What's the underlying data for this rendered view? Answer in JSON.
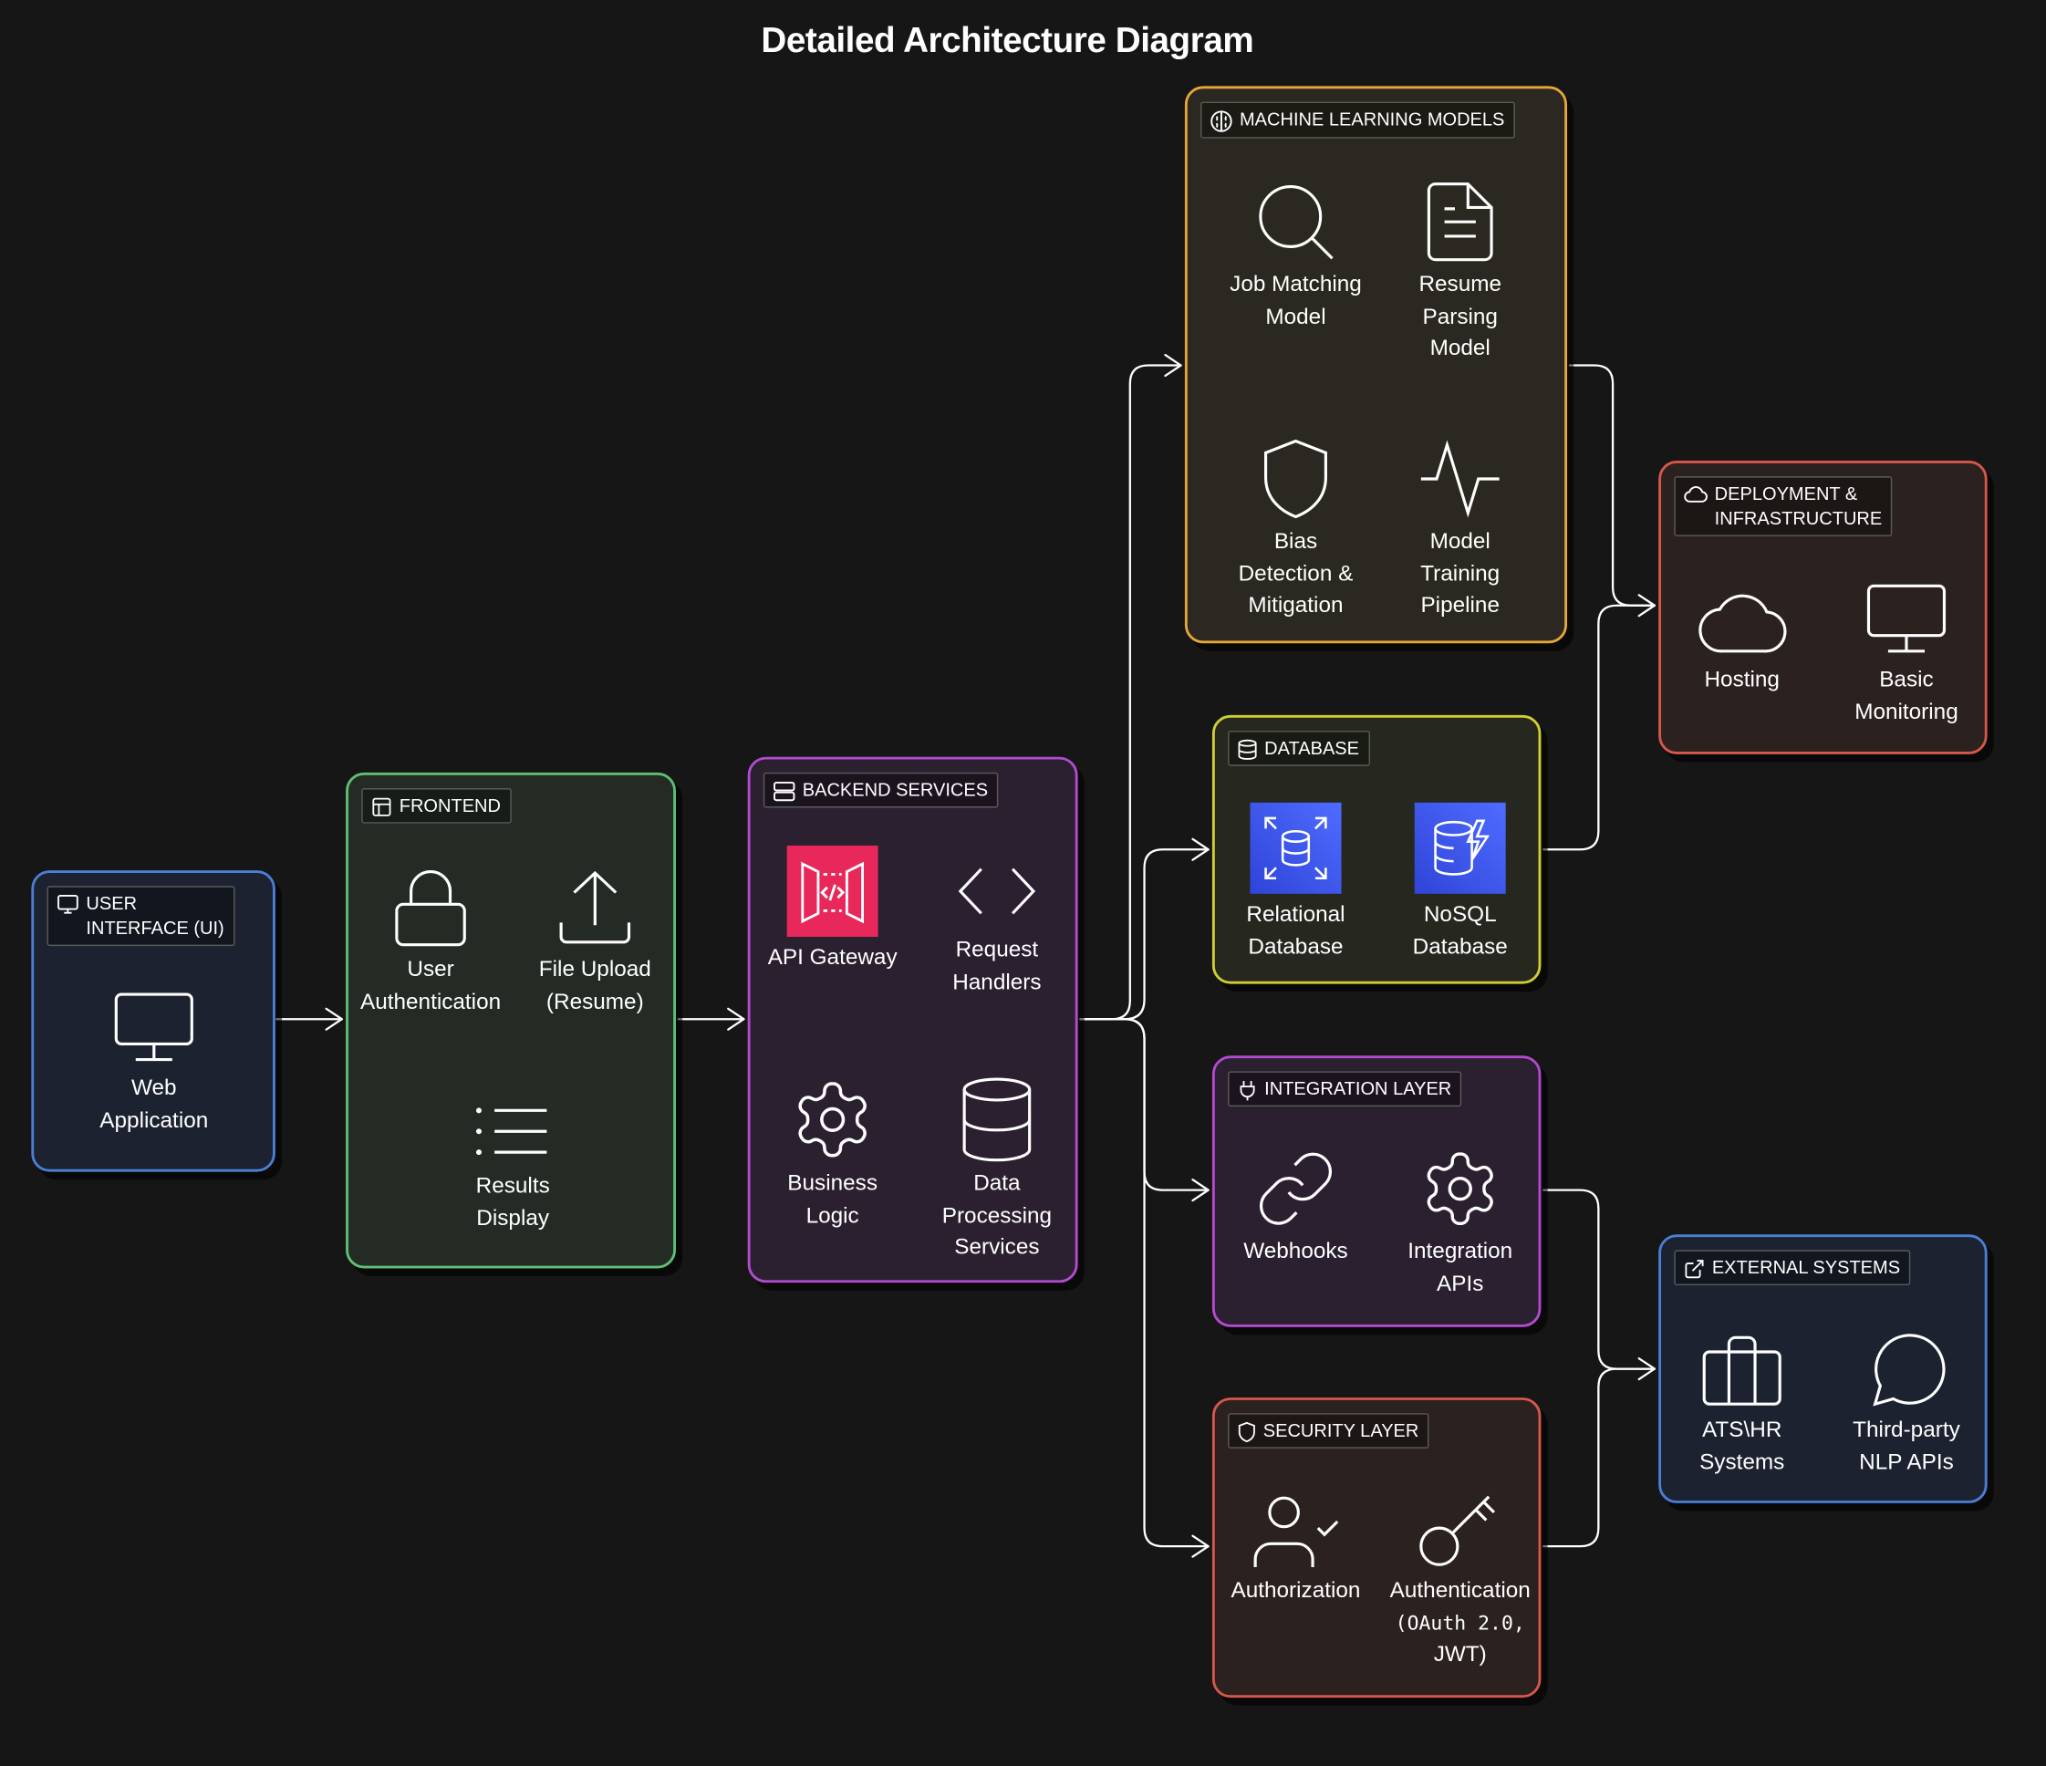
{
  "title": "Detailed Architecture Diagram",
  "colors": {
    "background": "#161616",
    "ui": "#4a7fd6",
    "frontend": "#5fbf73",
    "backend": "#b44ad0",
    "ml": "#e8a53a",
    "database": "#cfcf32",
    "integration": "#b44ad0",
    "security": "#d8564a",
    "deployment": "#d8564a",
    "external": "#4a7fd6",
    "api_gateway": "#e8285a",
    "db_icon": "#3f57ee"
  },
  "groups": {
    "ui": {
      "label": "USER INTERFACE (UI)",
      "label_line1": "USER",
      "label_line2": "INTERFACE (UI)",
      "icon": "monitor-icon",
      "nodes": [
        {
          "id": "web_app",
          "line1": "Web",
          "line2": "Application",
          "icon": "monitor-icon"
        }
      ]
    },
    "frontend": {
      "label": "FRONTEND",
      "icon": "layout-icon",
      "nodes": [
        {
          "id": "user_auth",
          "line1": "User",
          "line2": "Authentication",
          "icon": "lock-icon"
        },
        {
          "id": "file_upload",
          "line1": "File Upload",
          "line2": "(Resume)",
          "icon": "upload-icon"
        },
        {
          "id": "results",
          "line1": "Results",
          "line2": "Display",
          "icon": "list-icon"
        }
      ]
    },
    "backend": {
      "label": "BACKEND SERVICES",
      "icon": "server-icon",
      "nodes": [
        {
          "id": "api_gateway",
          "line1": "API Gateway",
          "icon": "api-gateway-icon"
        },
        {
          "id": "request_handlers",
          "line1": "Request",
          "line2": "Handlers",
          "icon": "code-icon"
        },
        {
          "id": "business_logic",
          "line1": "Business",
          "line2": "Logic",
          "icon": "gear-icon"
        },
        {
          "id": "data_processing",
          "line1": "Data",
          "line2": "Processing",
          "line3": "Services",
          "icon": "database-icon"
        }
      ]
    },
    "ml": {
      "label": "MACHINE LEARNING MODELS",
      "icon": "brain-icon",
      "nodes": [
        {
          "id": "job_matching",
          "line1": "Job Matching",
          "line2": "Model",
          "icon": "search-icon"
        },
        {
          "id": "resume_parsing",
          "line1": "Resume",
          "line2": "Parsing",
          "line3": "Model",
          "icon": "document-icon"
        },
        {
          "id": "bias_detection",
          "line1": "Bias",
          "line2": "Detection &",
          "line3": "Mitigation",
          "icon": "shield-icon"
        },
        {
          "id": "training_pipeline",
          "line1": "Model",
          "line2": "Training",
          "line3": "Pipeline",
          "icon": "pulse-icon"
        }
      ]
    },
    "database": {
      "label": "DATABASE",
      "icon": "database-icon",
      "nodes": [
        {
          "id": "relational_db",
          "line1": "Relational",
          "line2": "Database",
          "icon": "relational-db-icon"
        },
        {
          "id": "nosql_db",
          "line1": "NoSQL",
          "line2": "Database",
          "icon": "nosql-db-icon"
        }
      ]
    },
    "integration": {
      "label": "INTEGRATION LAYER",
      "icon": "plug-icon",
      "nodes": [
        {
          "id": "webhooks",
          "line1": "Webhooks",
          "icon": "link-icon"
        },
        {
          "id": "integration_apis",
          "line1": "Integration",
          "line2": "APIs",
          "icon": "gear-icon"
        }
      ]
    },
    "security": {
      "label": "SECURITY LAYER",
      "icon": "shield-icon",
      "nodes": [
        {
          "id": "authorization",
          "line1": "Authorization",
          "icon": "user-check-icon"
        },
        {
          "id": "authentication",
          "line1": "Authentication",
          "line2": "(OAuth 2.0,",
          "line3": "JWT)",
          "icon": "key-icon"
        }
      ]
    },
    "deployment": {
      "label": "DEPLOYMENT & INFRASTRUCTURE",
      "label_line1": "DEPLOYMENT &",
      "label_line2": "INFRASTRUCTURE",
      "icon": "cloud-icon",
      "nodes": [
        {
          "id": "hosting",
          "line1": "Hosting",
          "icon": "cloud-icon"
        },
        {
          "id": "monitoring",
          "line1": "Basic",
          "line2": "Monitoring",
          "icon": "monitor-icon"
        }
      ]
    },
    "external": {
      "label": "EXTERNAL SYSTEMS",
      "icon": "external-link-icon",
      "nodes": [
        {
          "id": "ats_hr",
          "line1": "ATS\\HR",
          "line2": "Systems",
          "icon": "briefcase-icon"
        },
        {
          "id": "nlp_apis",
          "line1": "Third-party",
          "line2": "NLP APIs",
          "icon": "chat-icon"
        }
      ]
    }
  },
  "edges": [
    {
      "from": "ui",
      "to": "frontend"
    },
    {
      "from": "frontend",
      "to": "backend"
    },
    {
      "from": "backend",
      "to": "ml"
    },
    {
      "from": "backend",
      "to": "database"
    },
    {
      "from": "backend",
      "to": "integration"
    },
    {
      "from": "backend",
      "to": "security"
    },
    {
      "from": "ml",
      "to": "deployment"
    },
    {
      "from": "database",
      "to": "deployment"
    },
    {
      "from": "integration",
      "to": "external"
    },
    {
      "from": "security",
      "to": "external"
    }
  ]
}
